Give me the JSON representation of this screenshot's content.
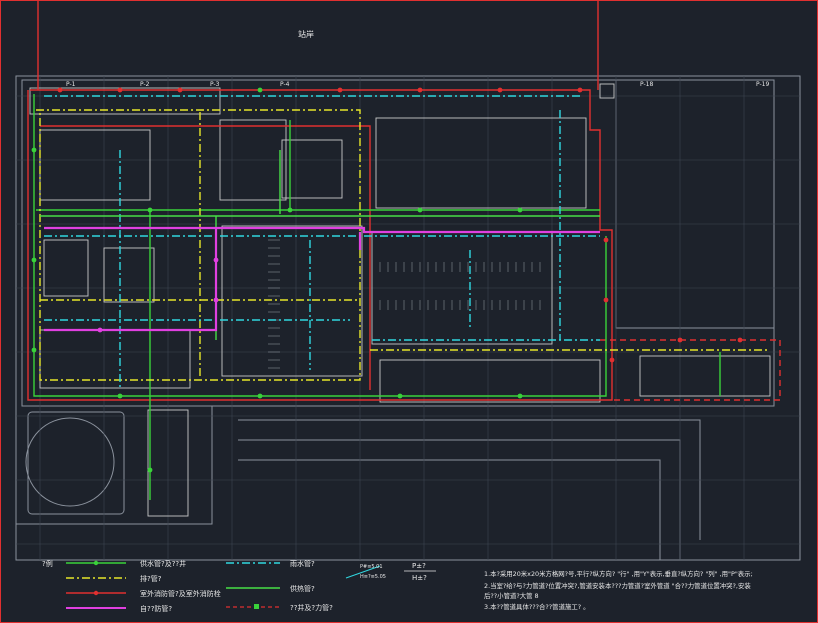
{
  "drawing": {
    "title_text": "站岸",
    "grid_tags": [
      "P-1",
      "P-2",
      "P-3",
      "P-4",
      "P-18",
      "P-19"
    ]
  },
  "legend": {
    "prefix_label": "?例",
    "col1": [
      {
        "label": "供水管?及??井",
        "color": "#3ad23a",
        "style": "solid-dot"
      },
      {
        "label": "排?管?",
        "color": "#e6e62a",
        "style": "dashdot"
      },
      {
        "label": "室外消防管?及室外消防栓",
        "color": "#e03030",
        "style": "solid-dot"
      },
      {
        "label": "自??防管?",
        "color": "#e040e0",
        "style": "solid"
      }
    ],
    "col2": [
      {
        "label": "雨水管?",
        "color": "#30d8e0",
        "style": "dashdot"
      },
      {
        "label": "供热管?",
        "color": "#46e046",
        "style": "solid"
      },
      {
        "label": "",
        "color": "#e03030",
        "style": "dashed"
      },
      {
        "label": "??井及?力管?",
        "color": "#3ad23a",
        "style": "square-dot"
      }
    ],
    "scale_note_1": "P#≡5.01",
    "scale_note_2": "H≡?≡5.05",
    "symbol_top": "P±?",
    "symbol_bottom": "H±?"
  },
  "notes": [
    "1.本?采用20米x20米方格网?号,平行?纵方向? \"行\" ,用\"Y\"表示,垂直?纵方向? \"列\" ,用\"P\"表示;",
    "2.当室?给?与?力管道?位置冲突?,管道安装本???力管道?室外管道 \"合??力管道位置冲突?,安装",
    "  后??小管道?大管 8",
    "3.本??管道具体???合??管道施工? 。"
  ],
  "colors": {
    "background": "#1d222b",
    "grid": "#7a8290",
    "water_supply": "#3ad23a",
    "drainage": "#e6e62a",
    "fire": "#e03030",
    "sprinkler": "#e040e0",
    "rainwater": "#30d8e0",
    "heating": "#46e046",
    "building": "#c9c9c9"
  }
}
